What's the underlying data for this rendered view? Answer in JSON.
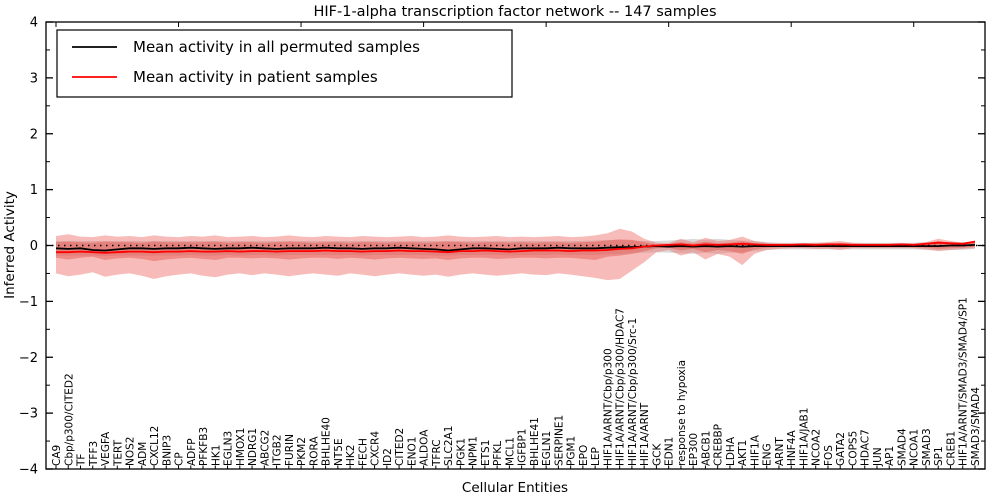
{
  "figure": {
    "title": "HIF-1-alpha transcription factor network -- 147 samples",
    "xlabel": "Cellular Entities",
    "ylabel": "Inferred Activity"
  },
  "chart_data": {
    "type": "line",
    "title": "HIF-1-alpha transcription factor network -- 147 samples",
    "xlabel": "Cellular Entities",
    "ylabel": "Inferred Activity",
    "ylim": [
      -4,
      4
    ],
    "yticks": [
      -4,
      -3,
      -2,
      -1,
      0,
      1,
      2,
      3,
      4
    ],
    "grid": false,
    "legend_position": "upper left",
    "zero_reference_line": {
      "y": 0,
      "style": "dotted",
      "color": "#000000"
    },
    "categories": [
      "CA9",
      "Cbp/p300/CITED2",
      "TF",
      "TFF3",
      "VEGFA",
      "TERT",
      "NOS2",
      "ADM",
      "CXCL12",
      "BNIP3",
      "CP",
      "ADFP",
      "PFKFB3",
      "HK1",
      "EGLN3",
      "HMOX1",
      "NDRG1",
      "ABCG2",
      "ITGB2",
      "FURIN",
      "PKM2",
      "RORA",
      "BHLHE40",
      "NT5E",
      "HK2",
      "FECH",
      "CXCR4",
      "ID2",
      "CITED2",
      "ENO1",
      "ALDOA",
      "TFRC",
      "SLC2A1",
      "PGK1",
      "NPM1",
      "ETS1",
      "PFKL",
      "MCL1",
      "IGFBP1",
      "BHLHE41",
      "EGLN1",
      "SERPINE1",
      "PGM1",
      "EPO",
      "LEP",
      "HIF1A/ARNT/Cbp/p300",
      "HIF1A/ARNT/Cbp/p300/HDAC7",
      "HIF1A/ARNT/Cbp/p300/Src-1",
      "HIF1A/ARNT",
      "GCK",
      "EDN1",
      "response to hypoxia",
      "EP300",
      "ABCB1",
      "CREBBP",
      "LDHA",
      "AKT1",
      "HIF1A",
      "ENG",
      "ARNT",
      "HNF4A",
      "HIF1A/JAB1",
      "NCOA2",
      "FOS",
      "GATA2",
      "COPS5",
      "HDAC7",
      "JUN",
      "AP1",
      "SMAD4",
      "NCOA1",
      "SMAD3",
      "SP1",
      "CREB1",
      "HIF1A/ARNT/SMAD3/SMAD4/SP1",
      "SMAD3/SMAD4"
    ],
    "series": [
      {
        "name": "Mean activity in all permuted samples",
        "color": "#000000",
        "style": "solid",
        "values": [
          -0.05,
          -0.06,
          -0.05,
          -0.08,
          -0.09,
          -0.07,
          -0.05,
          -0.05,
          -0.06,
          -0.05,
          -0.05,
          -0.04,
          -0.05,
          -0.06,
          -0.05,
          -0.05,
          -0.04,
          -0.05,
          -0.06,
          -0.05,
          -0.05,
          -0.05,
          -0.04,
          -0.05,
          -0.05,
          -0.06,
          -0.05,
          -0.05,
          -0.04,
          -0.05,
          -0.06,
          -0.07,
          -0.09,
          -0.07,
          -0.05,
          -0.05,
          -0.06,
          -0.07,
          -0.05,
          -0.05,
          -0.05,
          -0.04,
          -0.05,
          -0.05,
          -0.05,
          -0.04,
          -0.03,
          -0.03,
          -0.02,
          -0.01,
          -0.02,
          -0.01,
          -0.02,
          -0.01,
          -0.02,
          -0.01,
          -0.02,
          -0.01,
          -0.01,
          -0.01,
          -0.01,
          -0.01,
          -0.01,
          -0.01,
          -0.01,
          -0.01,
          -0.01,
          -0.01,
          -0.01,
          -0.01,
          -0.01,
          -0.01,
          -0.01,
          0,
          0,
          0.01
        ]
      },
      {
        "name": "Mean activity in patient samples",
        "color": "#ff0000",
        "style": "solid",
        "values": [
          -0.12,
          -0.12,
          -0.11,
          -0.12,
          -0.13,
          -0.12,
          -0.11,
          -0.11,
          -0.12,
          -0.11,
          -0.11,
          -0.1,
          -0.11,
          -0.11,
          -0.1,
          -0.11,
          -0.1,
          -0.1,
          -0.11,
          -0.1,
          -0.1,
          -0.1,
          -0.09,
          -0.1,
          -0.1,
          -0.11,
          -0.1,
          -0.1,
          -0.09,
          -0.1,
          -0.1,
          -0.11,
          -0.12,
          -0.1,
          -0.1,
          -0.09,
          -0.1,
          -0.11,
          -0.1,
          -0.09,
          -0.09,
          -0.09,
          -0.1,
          -0.09,
          -0.09,
          -0.08,
          -0.06,
          -0.05,
          -0.02,
          0,
          0.01,
          0.02,
          0,
          0.02,
          0.01,
          0.02,
          0.03,
          0.02,
          0.01,
          0.01,
          0.01,
          0.02,
          0.01,
          0.02,
          0.02,
          0.01,
          0.01,
          0.01,
          0.01,
          0.02,
          0.01,
          0.03,
          0.05,
          0.04,
          0.03,
          0.07
        ]
      }
    ],
    "bands": [
      {
        "name": "permuted-sample-spread",
        "color": "#888888",
        "opacity": 0.3,
        "top": [
          0.08,
          0.08,
          0.08,
          0.08,
          0.08,
          0.08,
          0.08,
          0.08,
          0.08,
          0.08,
          0.08,
          0.08,
          0.08,
          0.08,
          0.08,
          0.08,
          0.08,
          0.08,
          0.08,
          0.08,
          0.08,
          0.08,
          0.08,
          0.08,
          0.08,
          0.08,
          0.08,
          0.08,
          0.08,
          0.08,
          0.08,
          0.08,
          0.08,
          0.08,
          0.08,
          0.08,
          0.08,
          0.08,
          0.08,
          0.08,
          0.08,
          0.08,
          0.08,
          0.08,
          0.09,
          0.1,
          0.1,
          0.09,
          0.08,
          0.08,
          0.09,
          0.1,
          0.12,
          0.1,
          0.12,
          0.1,
          0.09,
          0.08,
          0.06,
          0.05,
          0.05,
          0.05,
          0.05,
          0.05,
          0.05,
          0.05,
          0.05,
          0.05,
          0.05,
          0.05,
          0.05,
          0.06,
          0.07,
          0.06,
          0.06,
          0.06
        ],
        "bottom": [
          -0.18,
          -0.18,
          -0.18,
          -0.18,
          -0.19,
          -0.18,
          -0.18,
          -0.18,
          -0.18,
          -0.18,
          -0.18,
          -0.17,
          -0.18,
          -0.18,
          -0.17,
          -0.18,
          -0.17,
          -0.17,
          -0.18,
          -0.17,
          -0.17,
          -0.17,
          -0.17,
          -0.17,
          -0.17,
          -0.18,
          -0.17,
          -0.17,
          -0.17,
          -0.17,
          -0.17,
          -0.18,
          -0.18,
          -0.17,
          -0.17,
          -0.17,
          -0.17,
          -0.18,
          -0.17,
          -0.17,
          -0.17,
          -0.16,
          -0.17,
          -0.17,
          -0.17,
          -0.16,
          -0.15,
          -0.14,
          -0.13,
          -0.12,
          -0.13,
          -0.14,
          -0.15,
          -0.13,
          -0.15,
          -0.13,
          -0.12,
          -0.1,
          -0.08,
          -0.07,
          -0.07,
          -0.07,
          -0.07,
          -0.07,
          -0.07,
          -0.07,
          -0.07,
          -0.07,
          -0.07,
          -0.07,
          -0.07,
          -0.08,
          -0.09,
          -0.08,
          -0.08,
          -0.06
        ]
      },
      {
        "name": "patient-sample-spread-outer",
        "color": "#ee6a64",
        "opacity": 0.45,
        "top": [
          0.17,
          0.2,
          0.16,
          0.15,
          0.18,
          0.16,
          0.17,
          0.15,
          0.18,
          0.16,
          0.15,
          0.17,
          0.16,
          0.18,
          0.15,
          0.16,
          0.17,
          0.15,
          0.16,
          0.18,
          0.16,
          0.15,
          0.17,
          0.16,
          0.15,
          0.17,
          0.16,
          0.15,
          0.16,
          0.17,
          0.15,
          0.16,
          0.18,
          0.16,
          0.15,
          0.16,
          0.17,
          0.15,
          0.16,
          0.15,
          0.16,
          0.17,
          0.15,
          0.16,
          0.18,
          0.22,
          0.3,
          0.25,
          0.12,
          0.05,
          0.04,
          0.12,
          0.06,
          0.14,
          0.08,
          0.1,
          0.16,
          0.08,
          0.05,
          0.04,
          0.04,
          0.04,
          0.05,
          0.06,
          0.08,
          0.05,
          0.04,
          0.04,
          0.04,
          0.04,
          0.04,
          0.06,
          0.12,
          0.08,
          0.05,
          0.09
        ],
        "bottom": [
          -0.5,
          -0.55,
          -0.52,
          -0.48,
          -0.56,
          -0.52,
          -0.5,
          -0.54,
          -0.6,
          -0.55,
          -0.52,
          -0.5,
          -0.54,
          -0.57,
          -0.52,
          -0.5,
          -0.53,
          -0.5,
          -0.52,
          -0.55,
          -0.52,
          -0.5,
          -0.52,
          -0.54,
          -0.5,
          -0.52,
          -0.55,
          -0.52,
          -0.5,
          -0.52,
          -0.54,
          -0.52,
          -0.56,
          -0.52,
          -0.5,
          -0.52,
          -0.54,
          -0.52,
          -0.5,
          -0.52,
          -0.53,
          -0.5,
          -0.52,
          -0.55,
          -0.58,
          -0.62,
          -0.6,
          -0.45,
          -0.3,
          -0.12,
          -0.08,
          -0.18,
          -0.12,
          -0.25,
          -0.15,
          -0.2,
          -0.35,
          -0.15,
          -0.08,
          -0.06,
          -0.05,
          -0.05,
          -0.06,
          -0.06,
          -0.08,
          -0.05,
          -0.05,
          -0.05,
          -0.05,
          -0.05,
          -0.05,
          -0.07,
          -0.1,
          -0.08,
          -0.06,
          -0.05
        ]
      },
      {
        "name": "patient-sample-spread-inner",
        "color": "#e4524c",
        "opacity": 0.45,
        "top": [
          0.06,
          0.07,
          0.06,
          0.05,
          0.07,
          0.06,
          0.06,
          0.05,
          0.07,
          0.06,
          0.06,
          0.06,
          0.06,
          0.07,
          0.05,
          0.06,
          0.06,
          0.05,
          0.06,
          0.07,
          0.06,
          0.05,
          0.06,
          0.06,
          0.05,
          0.06,
          0.06,
          0.05,
          0.06,
          0.06,
          0.05,
          0.06,
          0.07,
          0.06,
          0.05,
          0.06,
          0.06,
          0.05,
          0.06,
          0.05,
          0.06,
          0.06,
          0.05,
          0.06,
          0.07,
          0.09,
          0.11,
          0.1,
          0.06,
          0.02,
          0.02,
          0.06,
          0.03,
          0.07,
          0.04,
          0.05,
          0.08,
          0.04,
          0.03,
          0.02,
          0.02,
          0.02,
          0.03,
          0.03,
          0.04,
          0.03,
          0.02,
          0.02,
          0.02,
          0.02,
          0.02,
          0.03,
          0.08,
          0.05,
          0.03,
          0.08
        ],
        "bottom": [
          -0.22,
          -0.25,
          -0.22,
          -0.2,
          -0.26,
          -0.23,
          -0.22,
          -0.24,
          -0.28,
          -0.25,
          -0.23,
          -0.22,
          -0.24,
          -0.26,
          -0.22,
          -0.22,
          -0.23,
          -0.22,
          -0.23,
          -0.25,
          -0.23,
          -0.22,
          -0.22,
          -0.24,
          -0.22,
          -0.23,
          -0.25,
          -0.23,
          -0.22,
          -0.23,
          -0.24,
          -0.23,
          -0.26,
          -0.23,
          -0.22,
          -0.22,
          -0.24,
          -0.23,
          -0.22,
          -0.22,
          -0.23,
          -0.22,
          -0.22,
          -0.24,
          -0.26,
          -0.2,
          -0.18,
          -0.15,
          -0.1,
          -0.05,
          -0.04,
          -0.09,
          -0.06,
          -0.12,
          -0.08,
          -0.1,
          -0.15,
          -0.07,
          -0.04,
          -0.03,
          -0.03,
          -0.03,
          -0.03,
          -0.03,
          -0.04,
          -0.03,
          -0.03,
          -0.03,
          -0.03,
          -0.03,
          -0.03,
          -0.04,
          -0.06,
          -0.05,
          -0.04,
          -0.02
        ]
      }
    ]
  }
}
